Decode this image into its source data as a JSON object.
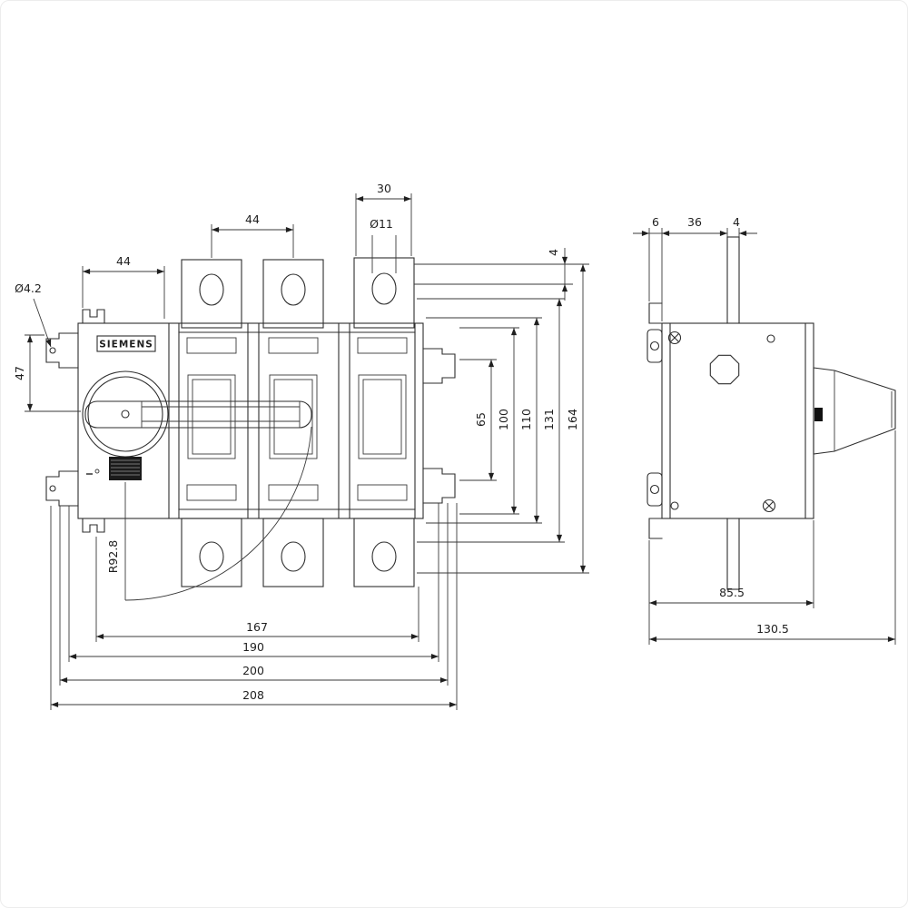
{
  "drawing": {
    "brand": "SIEMENS",
    "front": {
      "dim_44_left": "44",
      "dim_44_pole": "44",
      "dim_30": "30",
      "dim_dia11": "Ø11",
      "dim_4": "4",
      "dim_dia42": "Ø4.2",
      "dim_47": "47",
      "dim_65": "65",
      "dim_100": "100",
      "dim_110": "110",
      "dim_131": "131",
      "dim_164": "164",
      "dim_167": "167",
      "dim_190": "190",
      "dim_200": "200",
      "dim_208": "208",
      "dim_r": "R92.8"
    },
    "side": {
      "dim_6": "6",
      "dim_36": "36",
      "dim_4": "4",
      "dim_85_5": "85.5",
      "dim_130_5": "130.5"
    }
  }
}
